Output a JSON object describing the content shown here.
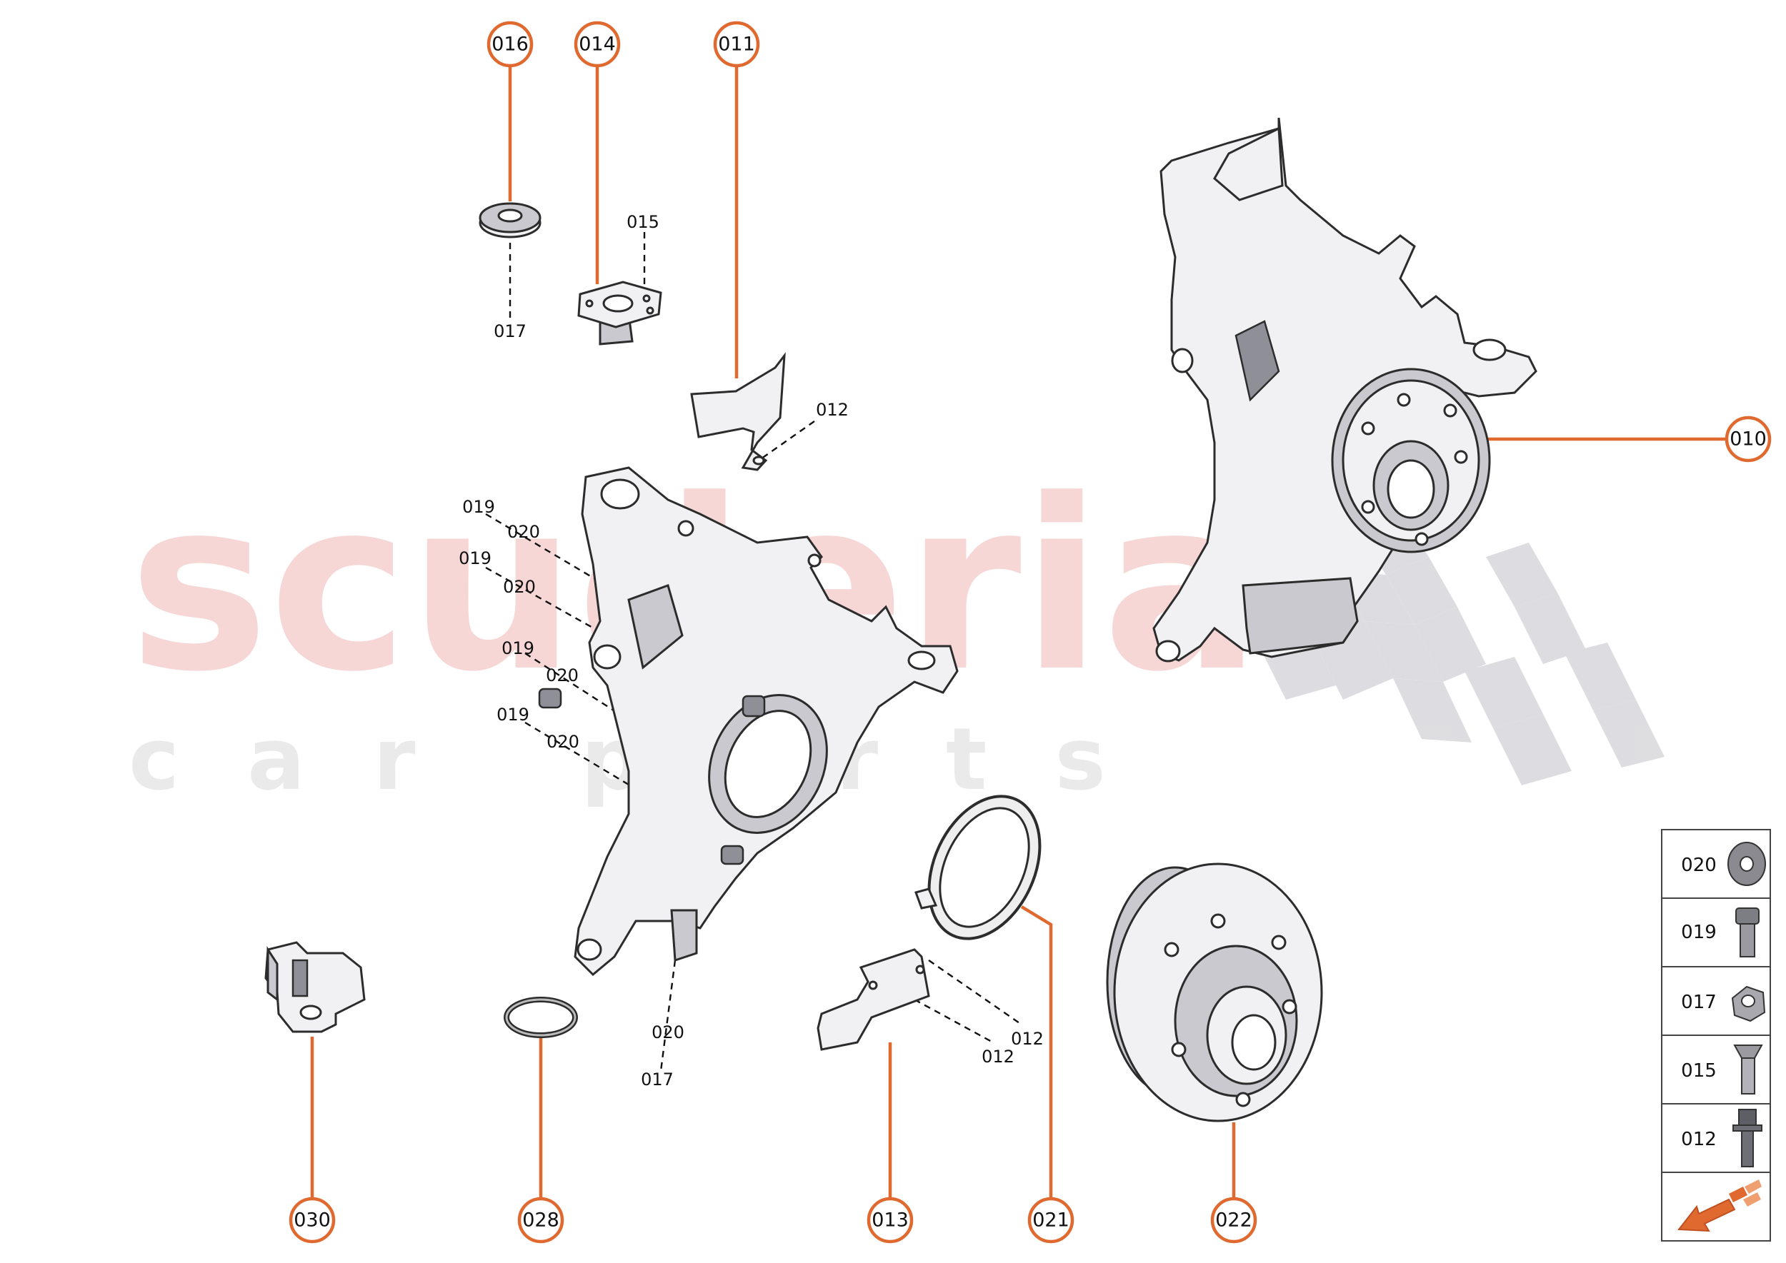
{
  "watermark": {
    "main": "scuderia",
    "sub": "car parts"
  },
  "colors": {
    "callout": "#e0692f",
    "watermark": "#f5c9c9"
  },
  "callouts": {
    "c016": "016",
    "c014": "014",
    "c011": "011",
    "c010": "010",
    "c030": "030",
    "c028": "028",
    "c013": "013",
    "c021": "021",
    "c022": "022"
  },
  "references": {
    "r015": "015",
    "r017_top": "017",
    "r012_top": "012",
    "r019_a": "019",
    "r020_a": "020",
    "r019_b": "019",
    "r020_b": "020",
    "r019_c": "019",
    "r020_c": "020",
    "r019_d": "019",
    "r020_d": "020",
    "r020_bottom": "020",
    "r017_bottom": "017",
    "r012_right1": "012",
    "r012_right2": "012"
  },
  "legend": {
    "items": [
      {
        "code": "020",
        "icon": "washer-icon"
      },
      {
        "code": "019",
        "icon": "cap-screw-icon"
      },
      {
        "code": "017",
        "icon": "flange-nut-icon"
      },
      {
        "code": "015",
        "icon": "countersunk-screw-icon"
      },
      {
        "code": "012",
        "icon": "flange-bolt-icon"
      }
    ],
    "arrow_icon": "direction-arrow-icon"
  }
}
